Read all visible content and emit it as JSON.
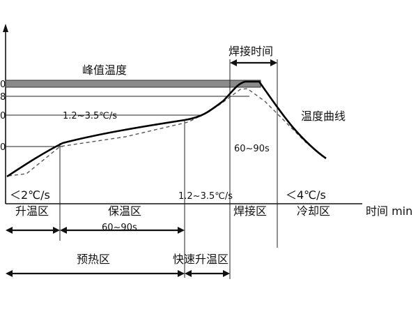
{
  "title": "",
  "labels": {
    "peak_temp": "峰值温度",
    "welding_time": "焊接时间",
    "temp_curve": "温度曲线",
    "rate_rise_1": "1.2~3.5℃/s",
    "rate_rise_2": "1.2~3.5℃/s",
    "time_60_90_top": "60~90s",
    "rate_lt2": "＜2℃/s",
    "rate_lt4": "＜4℃/s",
    "zone_rise": "升温区",
    "zone_soak": "保温区",
    "zone_weld": "焊接区",
    "zone_cool": "冷却区",
    "time_60_90_bottom": "60~90s",
    "x_axis": "时间 min",
    "zone_preheat": "预热区",
    "zone_fast_rise": "快速升温区",
    "y_tick_a": "0",
    "y_tick_b": "8",
    "y_tick_c": "0",
    "y_tick_d": "0"
  },
  "colors": {
    "peak_bar": "#8a8a8a",
    "curve": "#000000",
    "ideal_curve": "#555555"
  }
}
